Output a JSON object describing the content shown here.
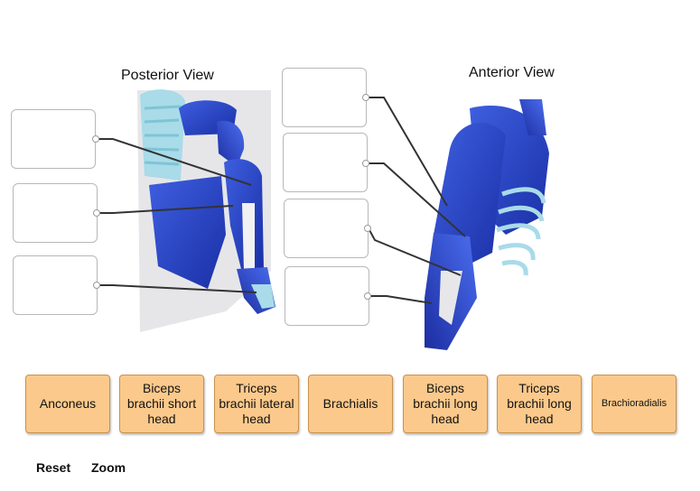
{
  "views": {
    "posterior_title": "Posterior View",
    "anterior_title": "Anterior View"
  },
  "label_tiles": [
    "Anconeus",
    "Biceps brachii short head",
    "Triceps brachii lateral head",
    "Brachialis",
    "Biceps brachii long head",
    "Triceps brachii long head",
    "Brachioradialis"
  ],
  "controls": {
    "reset": "Reset",
    "zoom": "Zoom"
  },
  "colors": {
    "tile_fill": "#fbc98b",
    "tile_border": "#c8924e",
    "muscle_blue": "#2a47c9",
    "bone_cyan": "#a9dbe8"
  }
}
